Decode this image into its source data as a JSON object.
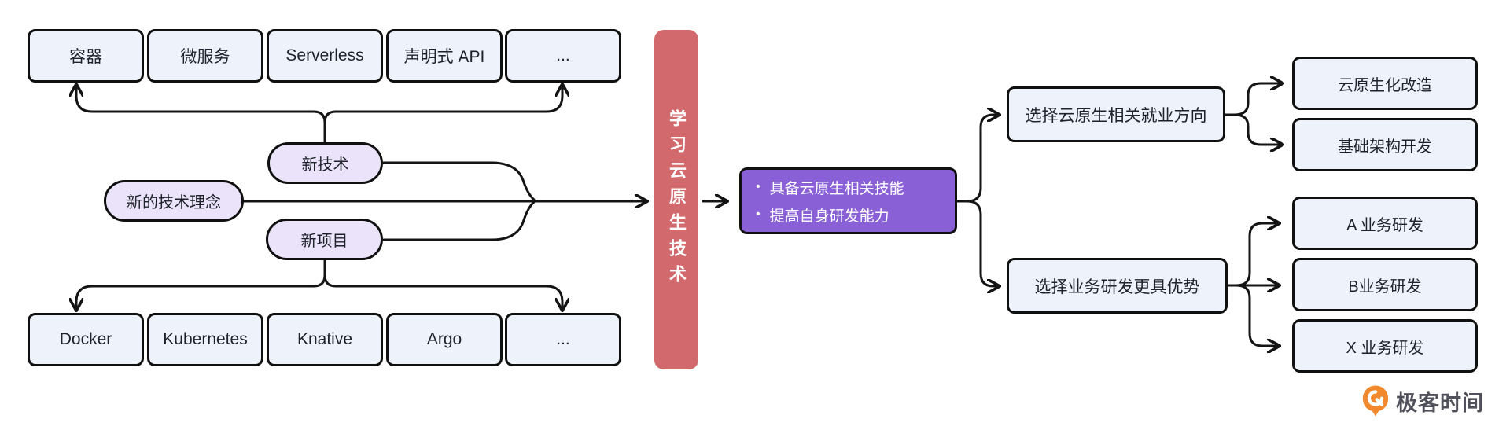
{
  "colors": {
    "bar_fill": "#d2696c",
    "outcome_fill": "#8a60d6",
    "node_fill": "#edf2fb",
    "pill_fill": "#ebe3f9",
    "line": "#141414",
    "node_text": "#1e222b",
    "brand_orange": "#f28a2d",
    "brand_text": "#51515c"
  },
  "diagram": {
    "top_row": [
      "容器",
      "微服务",
      "Serverless",
      "声明式 API",
      "..."
    ],
    "pills": {
      "new_technology": "新技术",
      "new_concept": "新的技术理念",
      "new_project": "新项目"
    },
    "bottom_row": [
      "Docker",
      "Kubernetes",
      "Knative",
      "Argo",
      "..."
    ],
    "center_bar_label": "学习云原生技术",
    "outcome": {
      "bullet_char": "•",
      "items": [
        "具备云原生相关技能",
        "提高自身研发能力"
      ]
    },
    "choices": [
      "选择云原生相关就业方向",
      "选择业务研发更具优势"
    ],
    "career_paths": [
      "云原生化改造",
      "基础架构开发"
    ],
    "business_paths": [
      "A 业务研发",
      "B业务研发",
      "X 业务研发"
    ]
  },
  "footer": {
    "brand": "极客时间"
  }
}
